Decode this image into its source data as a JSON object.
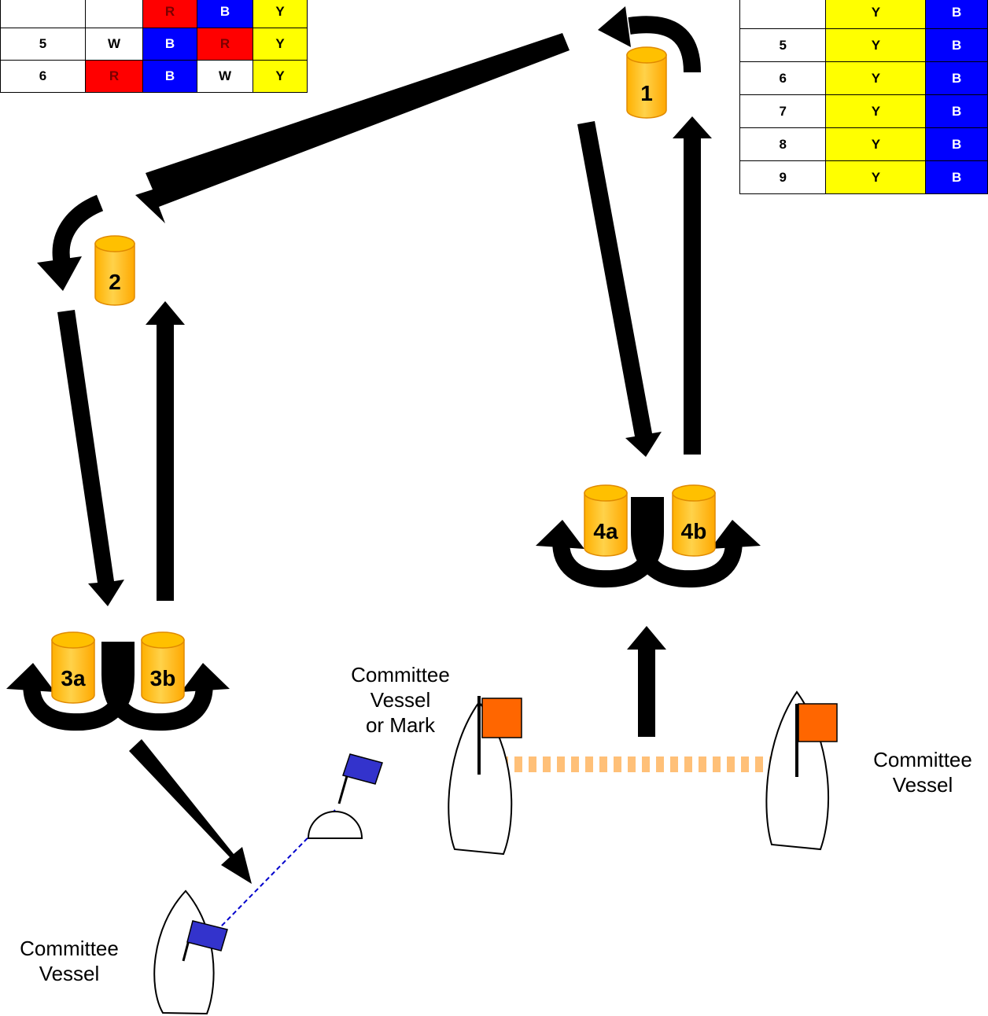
{
  "colors": {
    "R": "#ff0000",
    "B": "#0000ff",
    "Y": "#ffff00",
    "W": "#ffffff",
    "mark": "#ffc000",
    "start_flag": "#ff6600",
    "finish_flag": "#3333cc"
  },
  "table_left": {
    "rows": [
      {
        "cells": [
          "",
          "",
          "R",
          "B",
          "Y"
        ]
      },
      {
        "cells": [
          "5",
          "W",
          "B",
          "R",
          "Y"
        ]
      },
      {
        "cells": [
          "6",
          "R",
          "B",
          "W",
          "Y"
        ]
      }
    ]
  },
  "table_right": {
    "rows": [
      {
        "cells": [
          "",
          "Y",
          "B"
        ]
      },
      {
        "cells": [
          "5",
          "Y",
          "B"
        ]
      },
      {
        "cells": [
          "6",
          "Y",
          "B"
        ]
      },
      {
        "cells": [
          "7",
          "Y",
          "B"
        ]
      },
      {
        "cells": [
          "8",
          "Y",
          "B"
        ]
      },
      {
        "cells": [
          "9",
          "Y",
          "B"
        ]
      }
    ]
  },
  "marks": {
    "m1": "1",
    "m2": "2",
    "m3a": "3a",
    "m3b": "3b",
    "m4a": "4a",
    "m4b": "4b"
  },
  "labels": {
    "mark_vessel": [
      "Committee",
      "Vessel",
      "or Mark"
    ],
    "start_vessel": [
      "Committee",
      "Vessel"
    ],
    "finish_vessel": [
      "Committee",
      "Vessel"
    ]
  }
}
